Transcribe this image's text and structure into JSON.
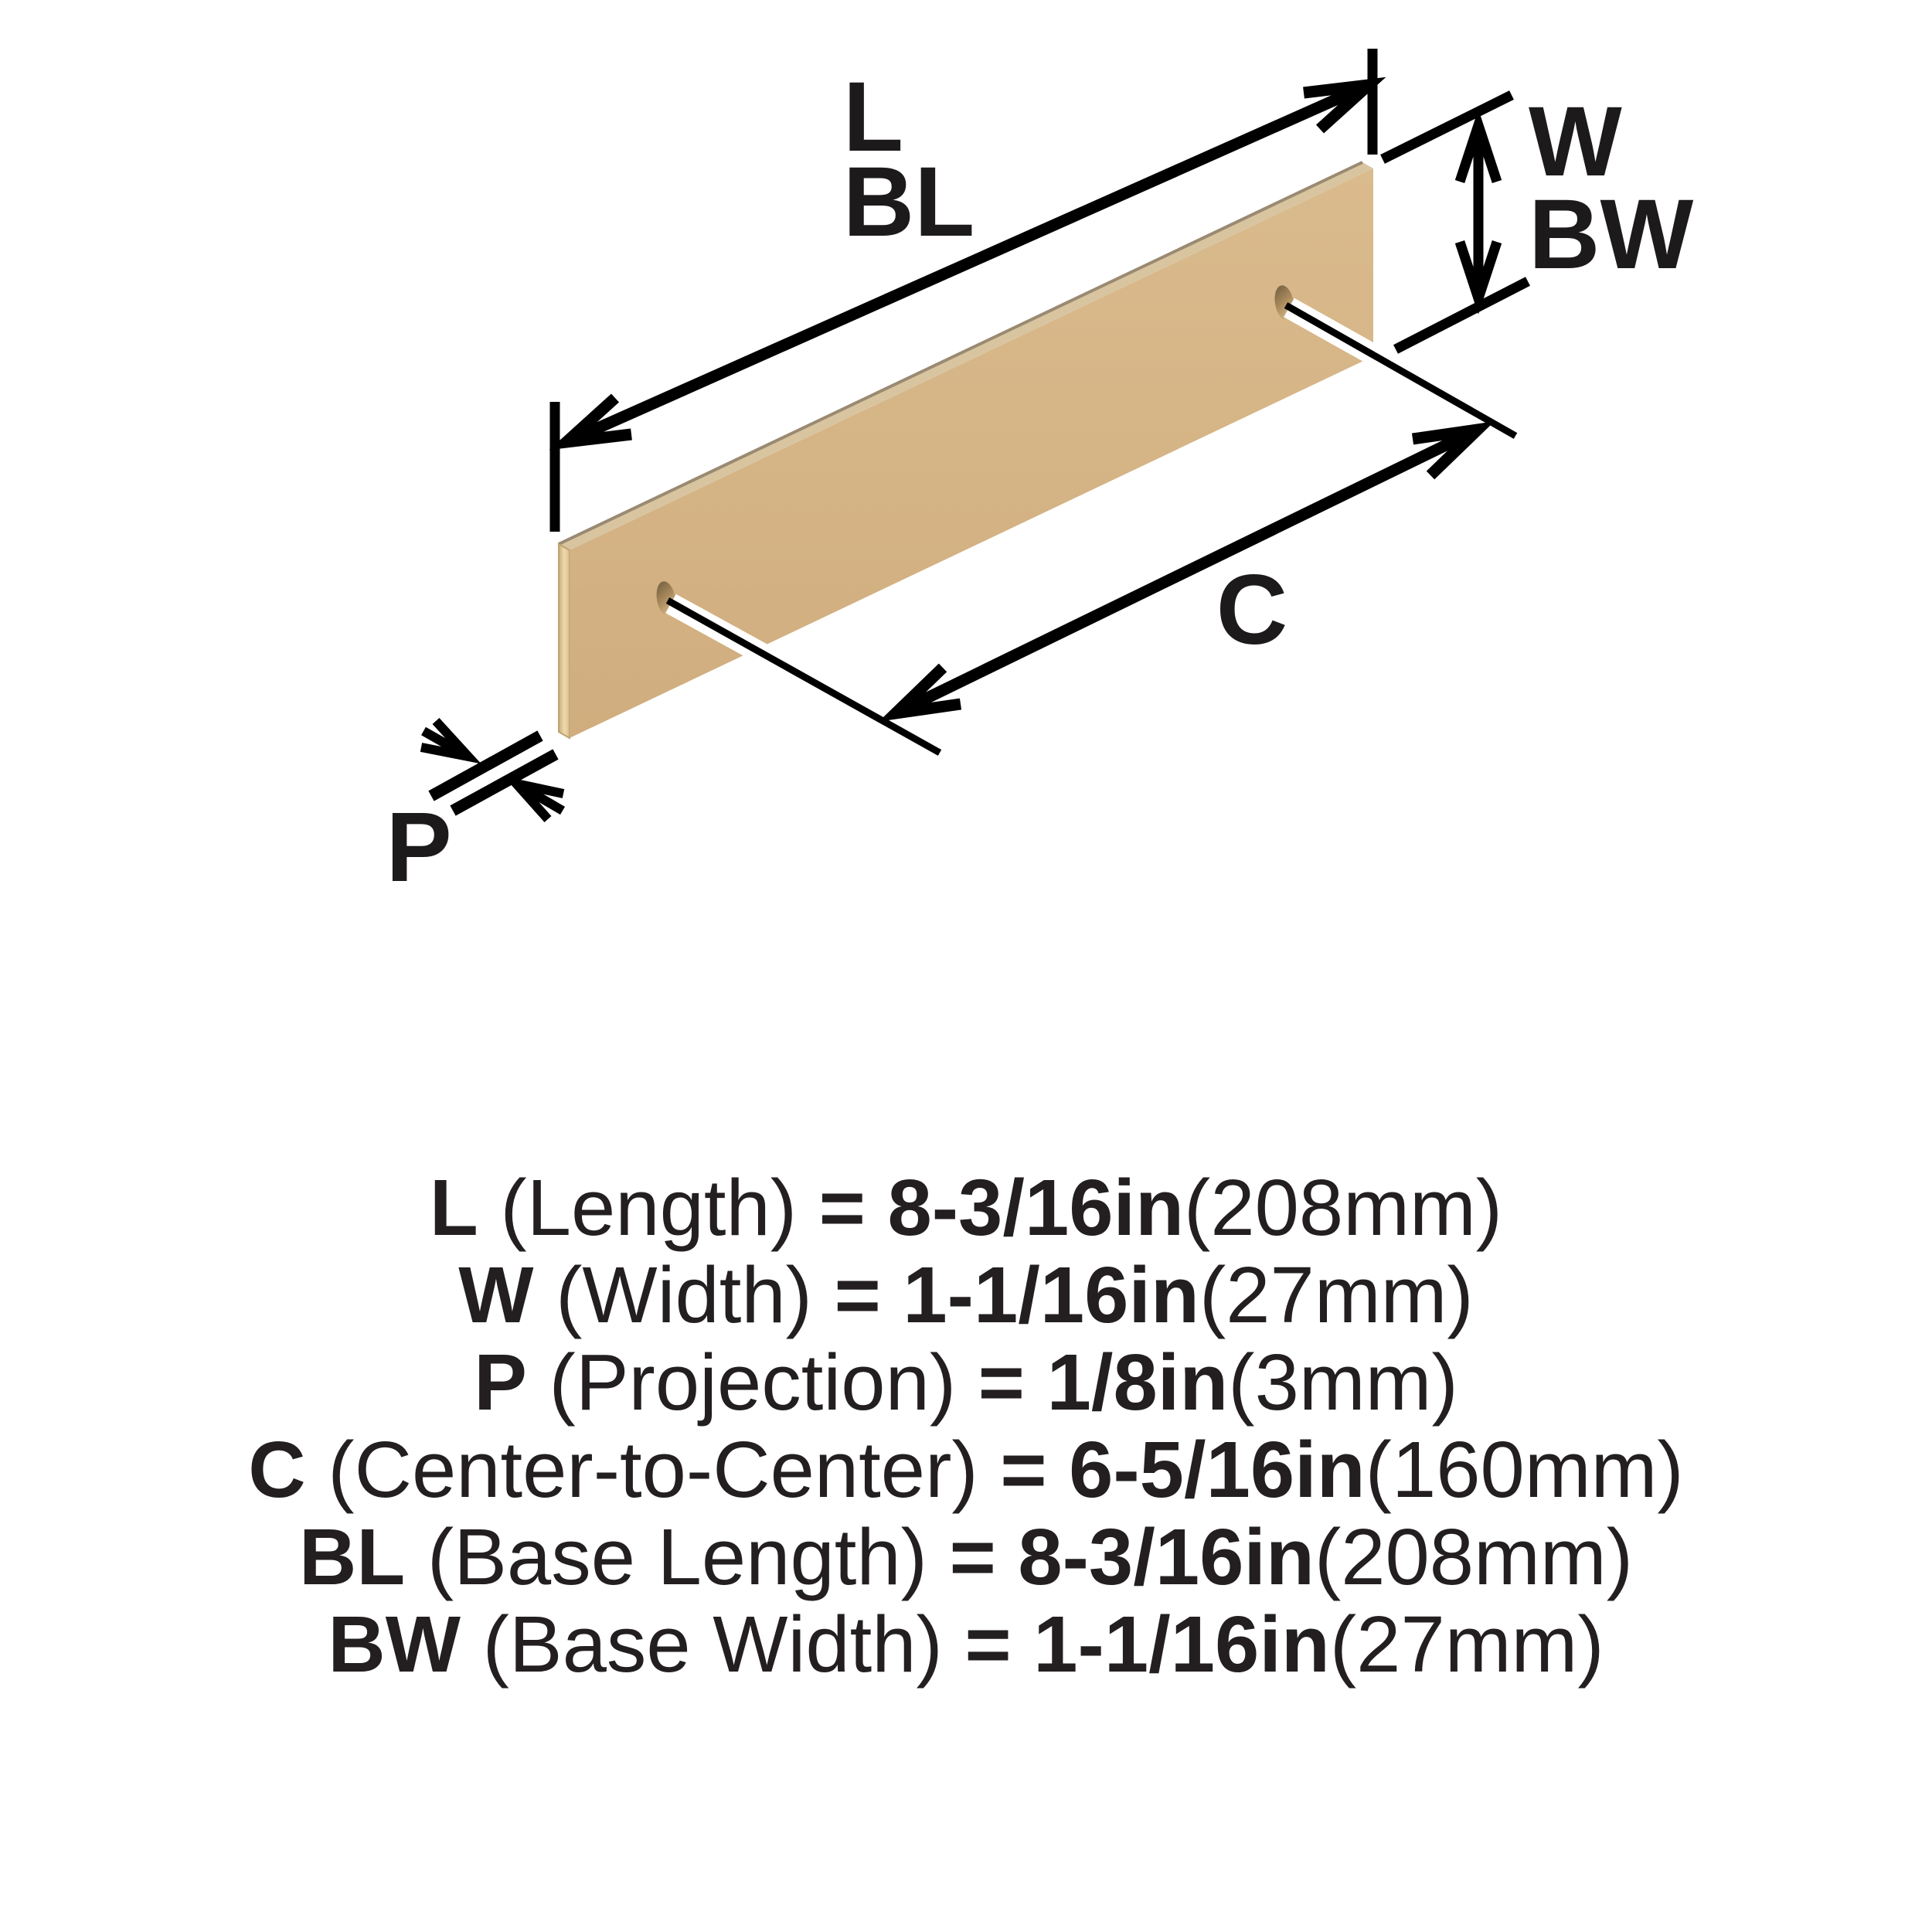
{
  "diagram": {
    "labels": {
      "length": "L",
      "base_length": "BL",
      "width": "W",
      "base_width": "BW",
      "center_to_center": "C",
      "projection": "P"
    },
    "colors": {
      "plate_face": "#d5b384",
      "plate_top": "#d8c5a0",
      "plate_top_edge": "#9a8a71",
      "plate_side": "#e7d1a2",
      "hole_dark": "#6e5a3f",
      "hole_light": "#d6b786",
      "line": "#000000",
      "text": "#231f20",
      "background": "#ffffff"
    }
  },
  "legend": {
    "rows": [
      {
        "code": "L",
        "name": "(Length)",
        "value": "= 8-3/16in",
        "metric": "(208mm)"
      },
      {
        "code": "W",
        "name": "(Width)",
        "value": "= 1-1/16in",
        "metric": "(27mm)"
      },
      {
        "code": "P",
        "name": "(Projection)",
        "value": "= 1/8in",
        "metric": "(3mm)"
      },
      {
        "code": "C",
        "name": "(Center-to-Center)",
        "value": "= 6-5/16in",
        "metric": "(160mm)"
      },
      {
        "code": "BL",
        "name": "(Base Length)",
        "value": "= 8-3/16in",
        "metric": "(208mm)"
      },
      {
        "code": "BW",
        "name": "(Base Width)",
        "value": "= 1-1/16in",
        "metric": "(27mm)"
      }
    ]
  }
}
